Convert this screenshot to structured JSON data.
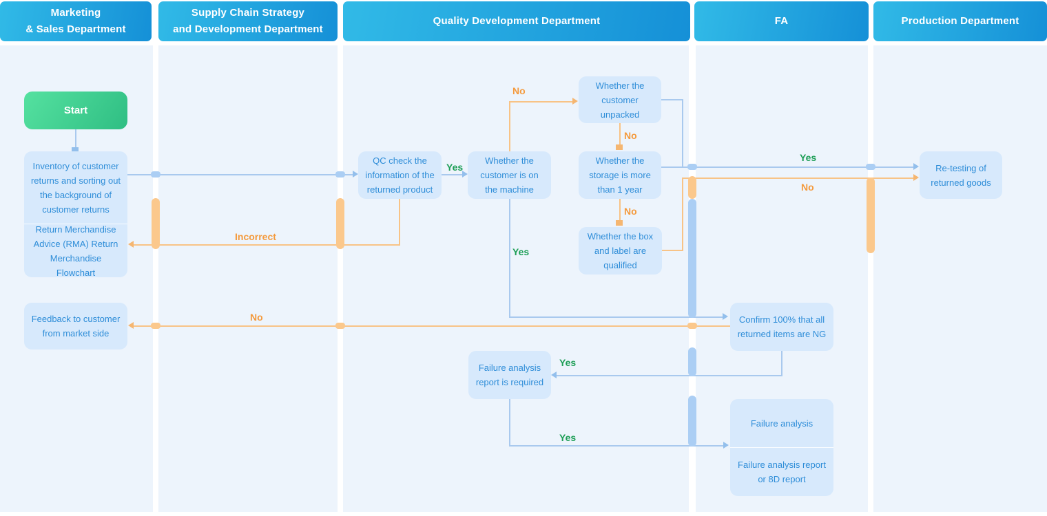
{
  "lanes": [
    {
      "title": "Marketing\n& Sales Department"
    },
    {
      "title": "Supply Chain Strategy\nand Development Department"
    },
    {
      "title": "Quality Development Department"
    },
    {
      "title": "FA"
    },
    {
      "title": "Production Department"
    }
  ],
  "nodes": {
    "start": {
      "label": "Start"
    },
    "inventory": {
      "label": "Inventory of customer returns and sorting out the background of customer returns"
    },
    "rma": {
      "label": "Return Merchandise Advice (RMA) Return Merchandise Flowchart"
    },
    "feedback": {
      "label": "Feedback to customer from market side"
    },
    "qc_check": {
      "label": "QC check the information of the returned product"
    },
    "on_machine": {
      "label": "Whether the customer is on the machine"
    },
    "unpacked": {
      "label": "Whether the customer unpacked"
    },
    "storage": {
      "label": "Whether the storage is more than 1 year"
    },
    "box_label": {
      "label": "Whether the box and label are qualified"
    },
    "retesting": {
      "label": "Re-testing of returned goods"
    },
    "confirm_ng": {
      "label": "Confirm 100% that all returned items are NG"
    },
    "fa_report_required": {
      "label": "Failure analysis report is required"
    },
    "failure_analysis": {
      "label": "Failure analysis"
    },
    "fa_report_8d": {
      "label": "Failure analysis report or 8D report"
    }
  },
  "edge_labels": {
    "qc_yes": "Yes",
    "machine_no": "No",
    "unpacked_no": "No",
    "storage_no": "No",
    "storage_yes": "Yes",
    "box_label_no": "No",
    "qc_incorrect": "Incorrect",
    "machine_yes": "Yes",
    "confirm_no": "No",
    "confirm_yes": "Yes",
    "fa_report_yes": "Yes"
  },
  "colors": {
    "lane_fill": "#edf4fc",
    "header_grad_start": "#31bae7",
    "header_grad_end": "#1590d7",
    "header_text": "#ffffff",
    "start_grad_start": "#55e1a0",
    "start_grad_end": "#2fbe83",
    "node_fill": "#d7e9fc",
    "node_text": "#2e8dd8",
    "line_blue": "#a9c9ee",
    "line_orange": "#f8c386",
    "arrow_blue": "#93bfec",
    "arrow_orange": "#f5b671",
    "bar_blue": "#abcef4",
    "bar_orange": "#fbc88c",
    "label_green": "#1d9e56",
    "label_orange": "#f49a3d"
  }
}
